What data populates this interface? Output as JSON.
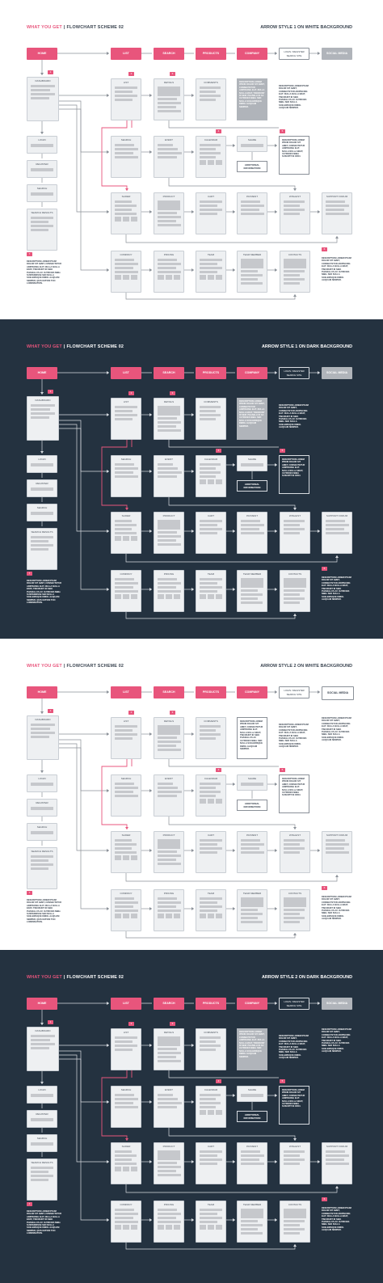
{
  "colors": {
    "pink": "#e8557c",
    "dark_bg": "#243240",
    "light_bg": "#ffffff",
    "card_fill": "#eef0f2",
    "card_line": "#8a9098",
    "gray_box": "#b0b4ba"
  },
  "header": {
    "brand": "WHAT YOU GET",
    "separator": "|",
    "scheme": "FLOWCHART SCHEME 02"
  },
  "top_buttons": [
    "HOME",
    "LIST",
    "SEARCH",
    "PRODUCTS",
    "COMPANY"
  ],
  "login_label": "LOGIN / REGISTER SEARCH SITE",
  "social_label": "SOCIAL MEDIA",
  "cards": {
    "dashboard": "DASHBOARD",
    "login": "LOGIN",
    "register": "REGISTER",
    "search": "SEARCH",
    "search_results": "SEARCH RESULTS",
    "list": "LIST",
    "details": "DETAILS",
    "comments": "COMMENTS",
    "search2": "SEARCH",
    "event": "EVENT",
    "calendar": "CALENDAR",
    "share": "SHARE",
    "slider": "SLIDER",
    "product": "PRODUCT",
    "cart": "CART",
    "payment": "PAYMENT",
    "wishlist": "WISHLIST",
    "support": "SUPPORT FORUM",
    "company": "COMPANY",
    "pricing": "PRICING",
    "team": "TEAM",
    "team_member": "TEAM MEMBER",
    "contacts": "CONTACTS"
  },
  "additional_info": "ADDITIONAL INFORMATION",
  "desc_text": "DESCRIPTION LOREM IPSUM DOLOR SIT AMET, CONSECTETUR ADIPISCING ELIT. NULLA NULLA ERAT, TINCIDUNT ID SEM. PHASELLUS AC ULTRICIES NIBH. SED NULLA SCELERISQUE DIMOL ALIQUAM SEMPER.",
  "desc_text_long": "DESCRIPTION LOREM IPSUM DOLOR SIT AMET, CONSECTETUR ADIPISCING ELIT. NULLA NULLA ERAT, TINCIDUNT ID SEM. PHASELLUS AC ULTRICIES NIBH. SUSPENDISSE SED NULLA SCELERISQUE DIMOL ALIQUAM SEMPER, QUIS RATION TOO LOREMSATION.",
  "callout_text": "DESCRIPTION LOREM IPSUM DOLOR SIT AMET, CONSECTETUR ADIPISCING ELIT. NULLA NULLA ERAT, TINCIDUNT ID SEM. PHASELLUS AC ULTRICIES NIBH. SED NULLA SCELERISQUE DIMOL ALIQUAM SEMPER.",
  "event_callout": "DESCRIPTION LOREM IPSUM DOLOR SIT AMET, CONSECTETUR ADIPISCING ELIT. NULLA NULLA ERAT, ULTRICIES NIBH. SUSCIPIT IN ORCI.",
  "panels": [
    {
      "style": "ARROW STYLE 1 ON WHITE BACKGROUND",
      "dark": false,
      "arrow": 1
    },
    {
      "style": "ARROW STYLE 1 ON DARK BACKGROUND",
      "dark": true,
      "arrow": 1
    },
    {
      "style": "ARROW STYLE 2 ON WHITE BACKGROUND",
      "dark": false,
      "arrow": 2
    },
    {
      "style": "ARROW STYLE 2 ON DARK BACKGROUND",
      "dark": true,
      "arrow": 2
    }
  ],
  "badges": [
    "1",
    "2",
    "3",
    "4",
    "5",
    "6",
    "7"
  ]
}
